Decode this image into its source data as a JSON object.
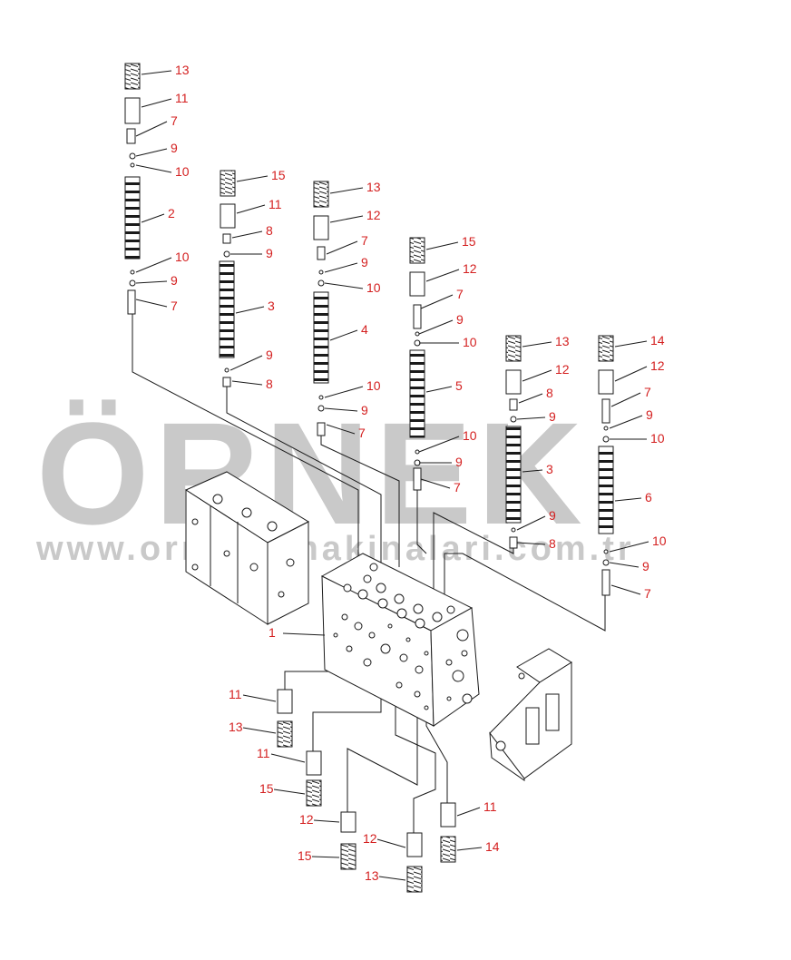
{
  "colors": {
    "line": "#1a1a1a",
    "label": "#d42020",
    "watermark": "#c9c9c9",
    "watermark_dots": "#f2d88a"
  },
  "watermark": {
    "brand": "ÖRNEK",
    "url": "www.ornekismakinalari.com.tr"
  },
  "callouts": {
    "c1": "13",
    "c2": "11",
    "c3": "7",
    "c4": "9",
    "c5": "10",
    "c6": "2",
    "c7": "10",
    "c8": "9",
    "c9": "7",
    "c10": "15",
    "c11": "11",
    "c12": "8",
    "c13": "9",
    "c14": "3",
    "c15": "9",
    "c16": "8",
    "c17": "13",
    "c18": "12",
    "c19": "7",
    "c20": "9",
    "c21": "10",
    "c22": "4",
    "c23": "10",
    "c24": "9",
    "c25": "7",
    "c26": "15",
    "c27": "12",
    "c28": "7",
    "c29": "9",
    "c30": "10",
    "c31": "5",
    "c32": "10",
    "c33": "9",
    "c34": "7",
    "c35": "13",
    "c36": "12",
    "c37": "8",
    "c38": "9",
    "c39": "3",
    "c40": "9",
    "c41": "8",
    "c42": "14",
    "c43": "12",
    "c44": "7",
    "c45": "9",
    "c46": "10",
    "c47": "6",
    "c48": "10",
    "c49": "9",
    "c50": "7",
    "c51": "1",
    "c52": "11",
    "c53": "13",
    "c54": "11",
    "c55": "15",
    "c56": "12",
    "c57": "15",
    "c58": "12",
    "c59": "13",
    "c60": "11",
    "c61": "14"
  }
}
